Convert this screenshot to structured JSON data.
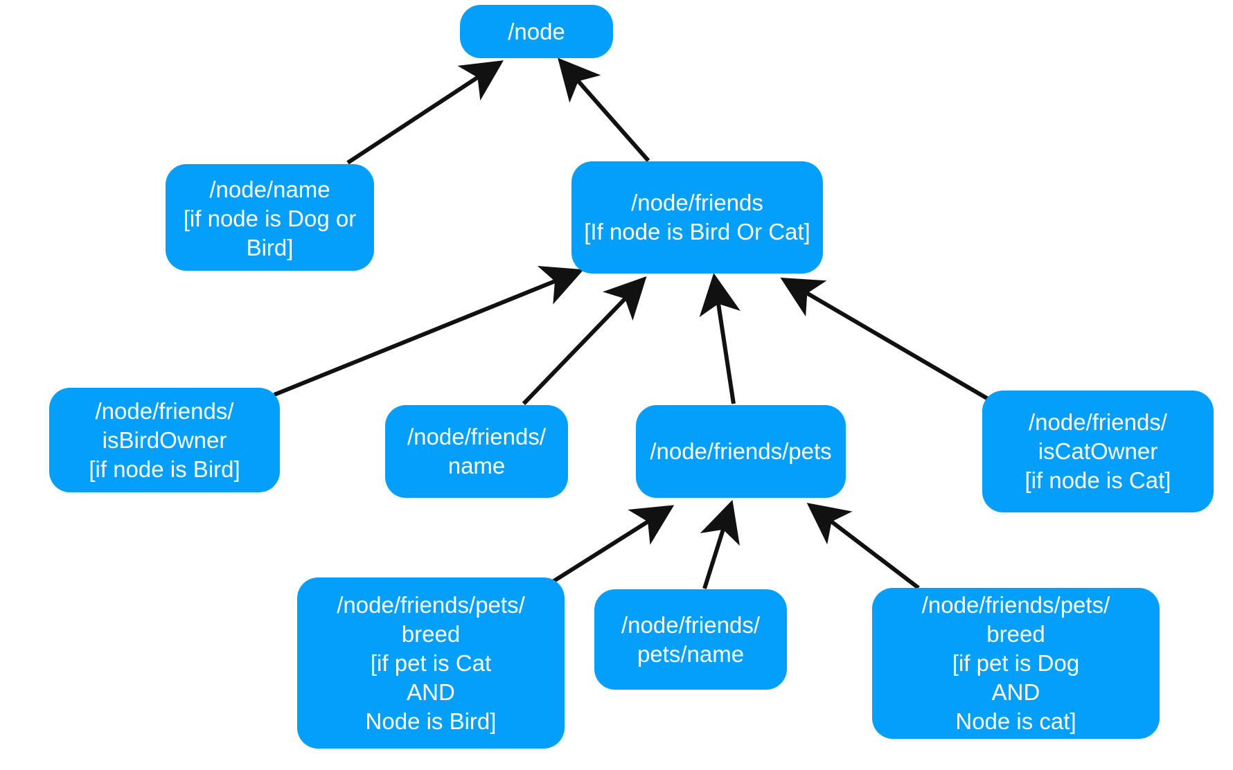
{
  "diagram": {
    "nodes": [
      {
        "id": "root",
        "lines": [
          "/node"
        ]
      },
      {
        "id": "name",
        "lines": [
          "/node/name",
          "[if node is Dog or",
          "Bird]"
        ]
      },
      {
        "id": "friends",
        "lines": [
          "/node/friends",
          "[If node is Bird Or Cat]"
        ]
      },
      {
        "id": "isbird",
        "lines": [
          "/node/friends/",
          "isBirdOwner",
          "[if node is Bird]"
        ]
      },
      {
        "id": "fname",
        "lines": [
          "/node/friends/",
          "name"
        ]
      },
      {
        "id": "pets",
        "lines": [
          "/node/friends/pets"
        ]
      },
      {
        "id": "iscat",
        "lines": [
          "/node/friends/",
          "isCatOwner",
          "[if node is Cat]"
        ]
      },
      {
        "id": "breedcat",
        "lines": [
          "/node/friends/pets/",
          "breed",
          "[if pet is Cat",
          "AND",
          "Node is Bird]"
        ]
      },
      {
        "id": "petname",
        "lines": [
          "/node/friends/",
          "pets/name"
        ]
      },
      {
        "id": "breeddog",
        "lines": [
          "/node/friends/pets/",
          "breed",
          "[if pet is Dog",
          "AND",
          "Node is cat]"
        ]
      }
    ],
    "edges": [
      {
        "from": "name",
        "to": "root"
      },
      {
        "from": "friends",
        "to": "root"
      },
      {
        "from": "isbird",
        "to": "friends"
      },
      {
        "from": "fname",
        "to": "friends"
      },
      {
        "from": "pets",
        "to": "friends"
      },
      {
        "from": "iscat",
        "to": "friends"
      },
      {
        "from": "breedcat",
        "to": "pets"
      },
      {
        "from": "petname",
        "to": "pets"
      },
      {
        "from": "breeddog",
        "to": "pets"
      }
    ],
    "colors": {
      "node_fill": "#049ffa",
      "node_text": "#ffffff",
      "edge": "#111111"
    }
  }
}
